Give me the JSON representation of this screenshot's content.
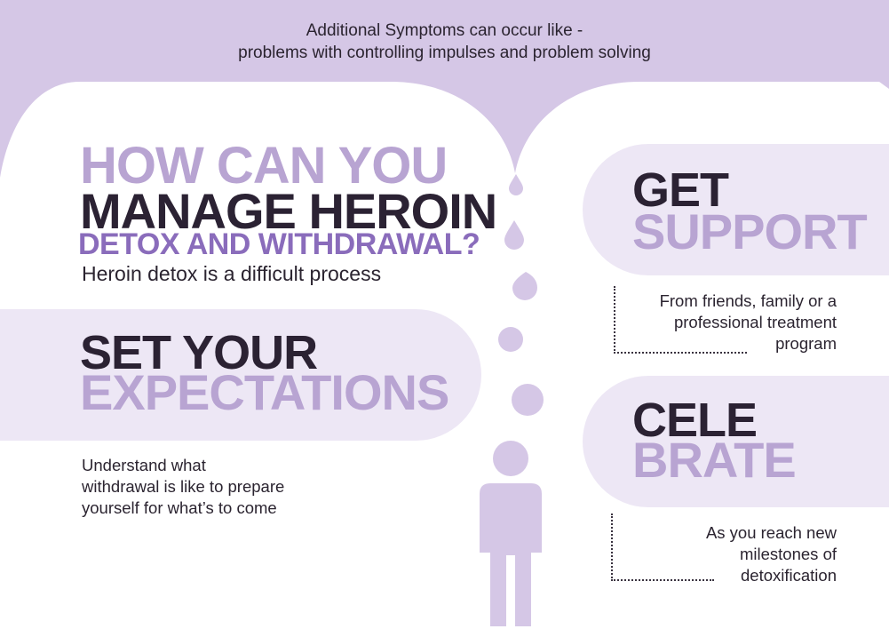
{
  "top_note": {
    "line1": "Additional Symptoms can occur like -",
    "line2": "problems with controlling impulses and problem solving"
  },
  "heading": {
    "line1": "HOW CAN YOU",
    "line2": "MANAGE HEROIN",
    "line3": "DETOX AND WITHDRAWAL?",
    "subtitle": "Heroin detox is a difficult process"
  },
  "expectations": {
    "title_dark": "SET YOUR",
    "title_light": "EXPECTATIONS",
    "desc1": "Understand what",
    "desc2": "withdrawal is like to prepare",
    "desc3": "yourself for what’s to come"
  },
  "support": {
    "title_dark": "GET",
    "title_light": "SUPPORT",
    "desc1": "From friends, family or a",
    "desc2": "professional treatment",
    "desc3": "program"
  },
  "celebrate": {
    "title_dark": "CELE",
    "title_light": "BRATE",
    "desc1": "As you reach new",
    "desc2": "milestones of",
    "desc3": "detoxification"
  },
  "colors": {
    "lavender_band": "#d5c7e6",
    "pill_light": "#ede7f5",
    "accent_light": "#b8a4d2",
    "accent_purple": "#8a6cbb",
    "dark": "#2b2233"
  },
  "icons": [
    "droplet-icon",
    "person-icon"
  ]
}
